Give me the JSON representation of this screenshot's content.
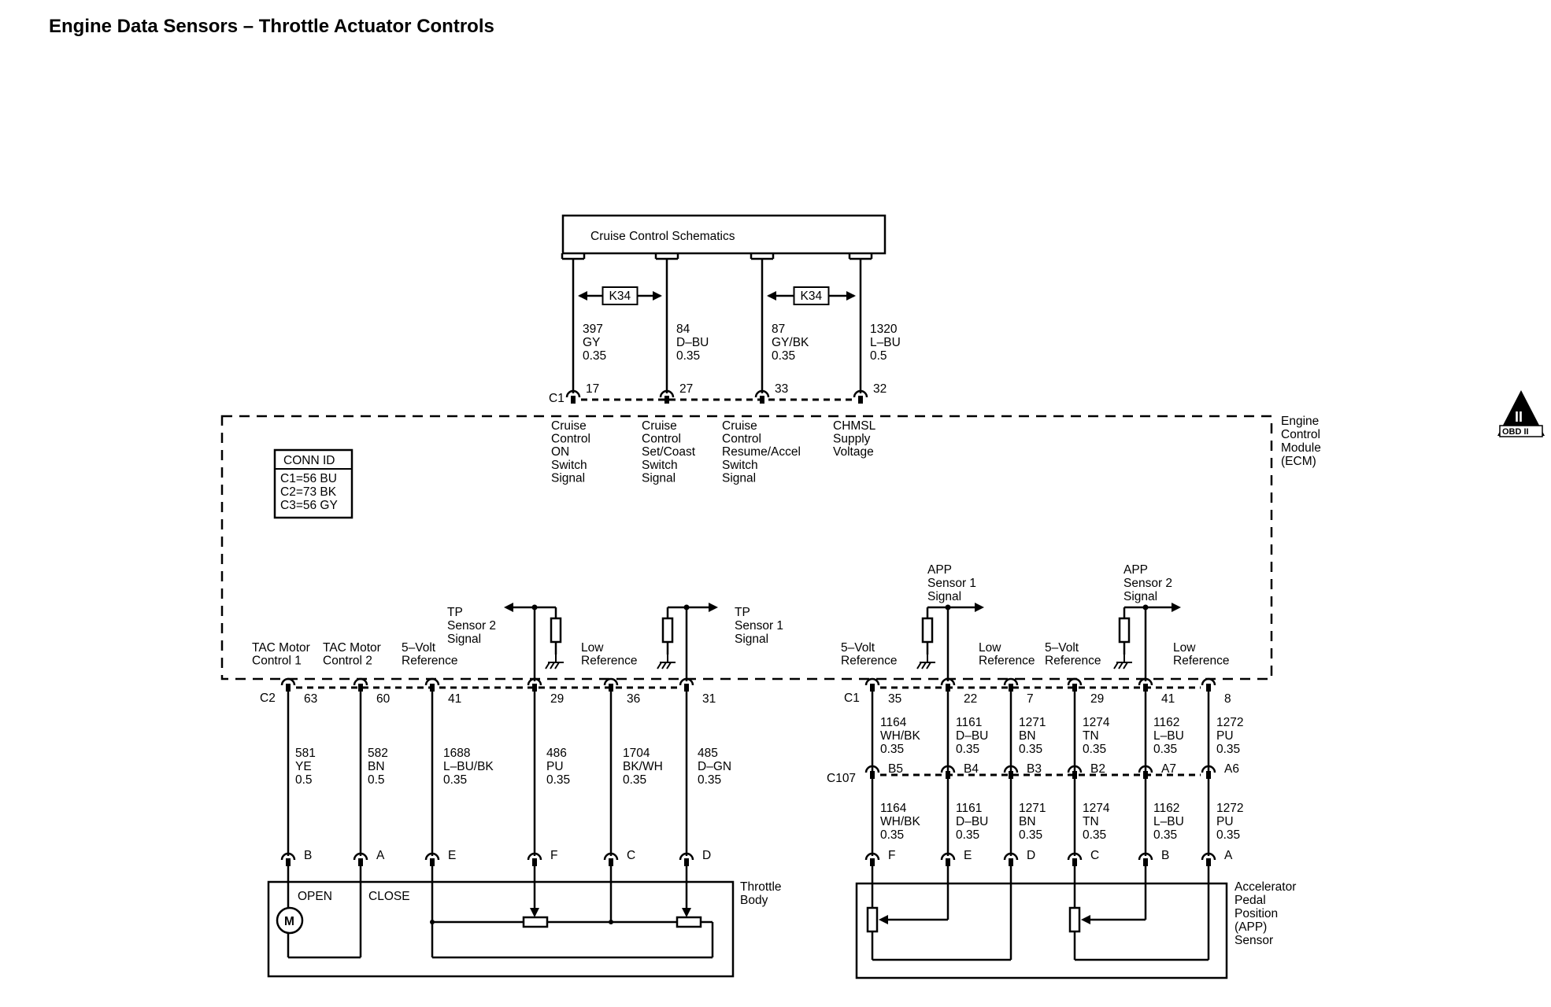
{
  "title": "Engine Data Sensors – Throttle Actuator Controls",
  "cruise_box": {
    "label": "Cruise Control Schematics"
  },
  "k34_label": "K34",
  "ecm_label": [
    "Engine",
    "Control",
    "Module",
    "(ECM)"
  ],
  "obd_badge": {
    "label": "OBD II",
    "numeral": "II"
  },
  "conn_id": {
    "header": "CONN ID",
    "lines": [
      "C1=56 BU",
      "C2=73 BK",
      "C3=56 GY"
    ]
  },
  "top_connector": "C1",
  "top_wires": [
    {
      "pin": "17",
      "circuit": "397",
      "color": "GY",
      "gauge": "0.35",
      "func": [
        "Cruise",
        "Control",
        "ON",
        "Switch",
        "Signal"
      ]
    },
    {
      "pin": "27",
      "circuit": "84",
      "color": "D–BU",
      "gauge": "0.35",
      "func": [
        "Cruise",
        "Control",
        "Set/Coast",
        "Switch",
        "Signal"
      ]
    },
    {
      "pin": "33",
      "circuit": "87",
      "color": "GY/BK",
      "gauge": "0.35",
      "func": [
        "Cruise",
        "Control",
        "Resume/Accel",
        "Switch",
        "Signal"
      ]
    },
    {
      "pin": "32",
      "circuit": "1320",
      "color": "L–BU",
      "gauge": "0.5",
      "func": [
        "CHMSL",
        "Supply",
        "Voltage"
      ]
    }
  ],
  "left_connector": "C2",
  "left_wires": [
    {
      "pin": "63",
      "circuit": "581",
      "color": "YE",
      "gauge": "0.5",
      "func": [
        "TAC Motor",
        "Control 1"
      ],
      "bottom_pin": "B"
    },
    {
      "pin": "60",
      "circuit": "582",
      "color": "BN",
      "gauge": "0.5",
      "func": [
        "TAC Motor",
        "Control 2"
      ],
      "bottom_pin": "A"
    },
    {
      "pin": "41",
      "circuit": "1688",
      "color": "L–BU/BK",
      "gauge": "0.35",
      "func": [
        "5–Volt",
        "Reference"
      ],
      "bottom_pin": "E"
    },
    {
      "pin": "29",
      "circuit": "486",
      "color": "PU",
      "gauge": "0.35",
      "func": [],
      "bottom_pin": "F"
    },
    {
      "pin": "36",
      "circuit": "1704",
      "color": "BK/WH",
      "gauge": "0.35",
      "func": [
        "Low",
        "Reference"
      ],
      "bottom_pin": "C"
    },
    {
      "pin": "31",
      "circuit": "485",
      "color": "D–GN",
      "gauge": "0.35",
      "func": [],
      "bottom_pin": "D"
    }
  ],
  "tp_sensor2_label": [
    "TP",
    "Sensor 2",
    "Signal"
  ],
  "tp_sensor1_label": [
    "TP",
    "Sensor 1",
    "Signal"
  ],
  "throttle_body": {
    "label": [
      "Throttle",
      "Body"
    ],
    "open": "OPEN",
    "close": "CLOSE",
    "motor": "M"
  },
  "right_connector": "C1",
  "inline_connector": "C107",
  "right_wires": [
    {
      "pin": "35",
      "circuit": "1164",
      "color": "WH/BK",
      "gauge": "0.35",
      "inline_pin": "B5",
      "bottom_pin": "F",
      "func": [
        "5–Volt",
        "Reference"
      ]
    },
    {
      "pin": "22",
      "circuit": "1161",
      "color": "D–BU",
      "gauge": "0.35",
      "inline_pin": "B4",
      "bottom_pin": "E",
      "func": []
    },
    {
      "pin": "7",
      "circuit": "1271",
      "color": "BN",
      "gauge": "0.35",
      "inline_pin": "B3",
      "bottom_pin": "D",
      "func": [
        "Low",
        "Reference"
      ]
    },
    {
      "pin": "29",
      "circuit": "1274",
      "color": "TN",
      "gauge": "0.35",
      "inline_pin": "B2",
      "bottom_pin": "C",
      "func": [
        "5–Volt",
        "Reference"
      ]
    },
    {
      "pin": "41",
      "circuit": "1162",
      "color": "L–BU",
      "gauge": "0.35",
      "inline_pin": "A7",
      "bottom_pin": "B",
      "func": []
    },
    {
      "pin": "8",
      "circuit": "1272",
      "color": "PU",
      "gauge": "0.35",
      "inline_pin": "A6",
      "bottom_pin": "A",
      "func": [
        "Low",
        "Reference"
      ]
    }
  ],
  "app_sensor1_label": [
    "APP",
    "Sensor 1",
    "Signal"
  ],
  "app_sensor2_label": [
    "APP",
    "Sensor 2",
    "Signal"
  ],
  "app_sensor": {
    "label": [
      "Accelerator",
      "Pedal",
      "Position",
      "(APP)",
      "Sensor"
    ]
  }
}
